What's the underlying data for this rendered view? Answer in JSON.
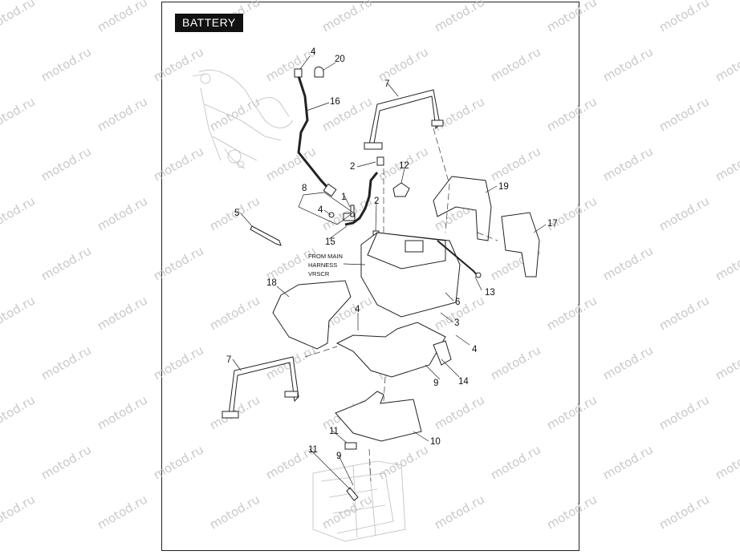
{
  "diagram": {
    "title": "BATTERY",
    "note_lines": [
      "FROM MAIN",
      "HARNESS",
      "VRSCR"
    ],
    "watermark": "motod.ru",
    "colors": {
      "ink": "#222222",
      "ghost": "#bdbdbd",
      "watermark": "#c9c9c9",
      "title_bg": "#111111"
    },
    "callouts": [
      {
        "id": "c4a",
        "label": "4"
      },
      {
        "id": "c20",
        "label": "20"
      },
      {
        "id": "c16",
        "label": "16"
      },
      {
        "id": "c7a",
        "label": "7"
      },
      {
        "id": "c2a",
        "label": "2"
      },
      {
        "id": "c12",
        "label": "12"
      },
      {
        "id": "c19",
        "label": "19"
      },
      {
        "id": "c8",
        "label": "8"
      },
      {
        "id": "c1",
        "label": "1"
      },
      {
        "id": "c2b",
        "label": "2"
      },
      {
        "id": "c5",
        "label": "5"
      },
      {
        "id": "c4b",
        "label": "4"
      },
      {
        "id": "c17",
        "label": "17"
      },
      {
        "id": "c15",
        "label": "15"
      },
      {
        "id": "c13",
        "label": "13"
      },
      {
        "id": "c18",
        "label": "18"
      },
      {
        "id": "c6",
        "label": "6"
      },
      {
        "id": "c4c",
        "label": "4"
      },
      {
        "id": "c3",
        "label": "3"
      },
      {
        "id": "c4d",
        "label": "4"
      },
      {
        "id": "c7b",
        "label": "7"
      },
      {
        "id": "c9a",
        "label": "9"
      },
      {
        "id": "c14",
        "label": "14"
      },
      {
        "id": "c10",
        "label": "10"
      },
      {
        "id": "c11a",
        "label": "11"
      },
      {
        "id": "c11b",
        "label": "11"
      },
      {
        "id": "c9b",
        "label": "9"
      }
    ]
  }
}
